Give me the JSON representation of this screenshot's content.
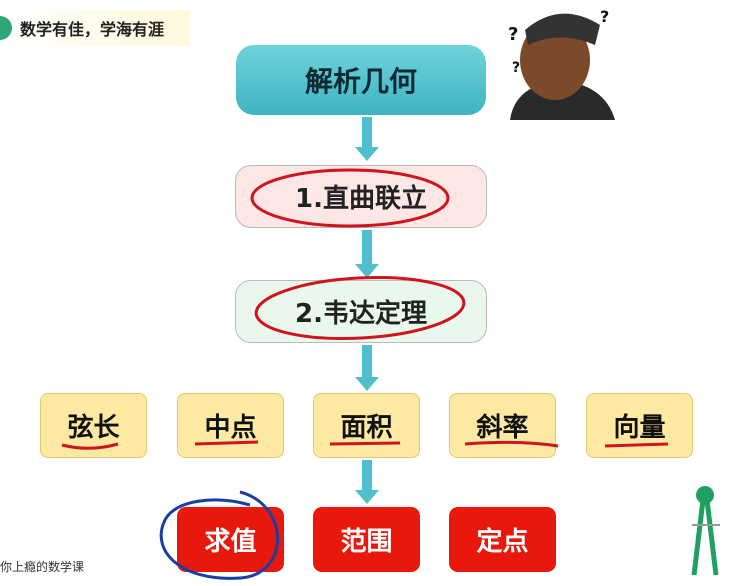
{
  "header": {
    "slogan": "数学有佳，学海有涯"
  },
  "flow": {
    "title": "解析几何",
    "steps": [
      "1.直曲联立",
      "2.韦达定理"
    ],
    "topics": [
      "弦长",
      "中点",
      "面积",
      "斜率",
      "向量"
    ],
    "goals": [
      "求值",
      "范围",
      "定点"
    ]
  },
  "footer": {
    "watermark": "你上瘾的数学课"
  },
  "colors": {
    "title": "#4fbfd0",
    "topic": "#fde9a2",
    "goal": "#e8190c",
    "annotation_red": "#d0141e",
    "annotation_blue": "#1a3fa0"
  }
}
